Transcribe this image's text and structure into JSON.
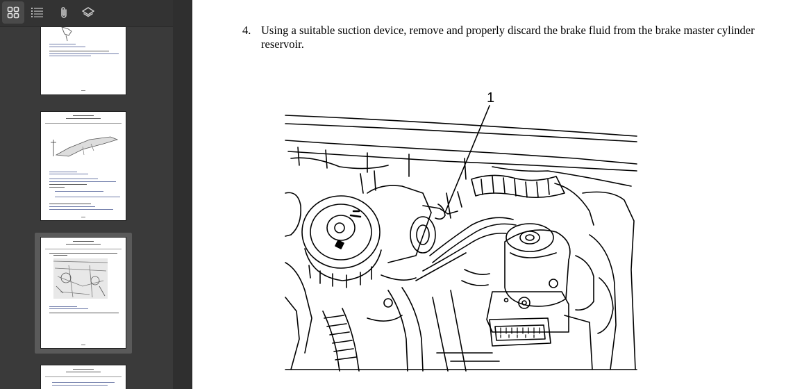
{
  "toolbar": {
    "buttons": [
      {
        "name": "thumbnails-view-button",
        "icon": "grid-icon",
        "active": true
      },
      {
        "name": "outline-view-button",
        "icon": "list-icon",
        "active": false
      },
      {
        "name": "attachments-button",
        "icon": "paperclip-icon",
        "active": false
      },
      {
        "name": "layers-button",
        "icon": "layers-icon",
        "active": false
      }
    ]
  },
  "thumbnails": {
    "selected_index": 2
  },
  "document": {
    "step_number": "4.",
    "step_text": "Using a suitable suction device, remove and properly discard the brake fluid from the brake master cylinder reservoir.",
    "callout_label": "1"
  },
  "colors": {
    "sidebar_bg": "#3a3a3a",
    "toolbar_bg": "#333333",
    "page_bg": "#ffffff"
  }
}
